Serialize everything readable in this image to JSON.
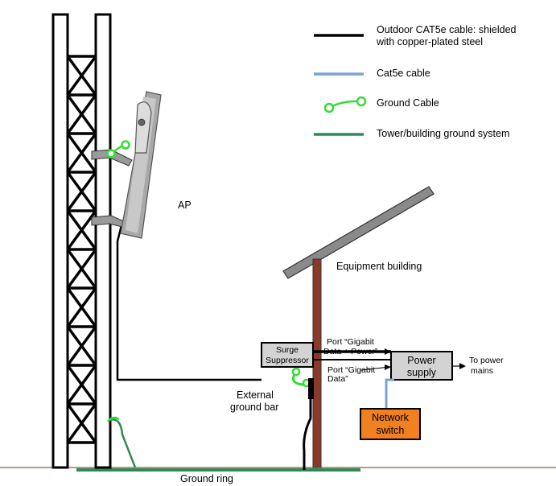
{
  "legend": {
    "outdoor_cable_line1": "Outdoor CAT5e cable: shielded",
    "outdoor_cable_line2": "with copper-plated steel",
    "cat5e_cable": "Cat5e cable",
    "ground_cable": "Ground Cable",
    "ground_system": "Tower/building ground system"
  },
  "labels": {
    "ap": "AP",
    "equipment_building": "Equipment building",
    "surge_suppressor_line1": "Surge",
    "surge_suppressor_line2": "Suppressor",
    "port_top_line1": "Port “Gigabit",
    "port_top_line2": "Data + Power”",
    "port_bottom_line1": "Port “Gigabit",
    "port_bottom_line2": "Data”",
    "power_supply_line1": "Power",
    "power_supply_line2": "supply",
    "to_power_mains_line1": "To power",
    "to_power_mains_line2": "mains",
    "network_switch_line1": "Network",
    "network_switch_line2": "switch",
    "external_ground_bar_line1": "External",
    "external_ground_bar_line2": "ground bar",
    "ground_ring": "Ground ring"
  },
  "colors": {
    "outdoor_cable": "#000000",
    "cat5e_cable": "#7ba3d0",
    "ground_cable": "#33dd33",
    "ground_system": "#2e8b57",
    "building_post": "#8b3a2a",
    "power_supply_fill": "#d3d3d3",
    "surge_fill": "#d3d3d3",
    "network_switch_fill": "#f08020",
    "ground_line": "#b07060",
    "roof": "#8a8a8a"
  }
}
